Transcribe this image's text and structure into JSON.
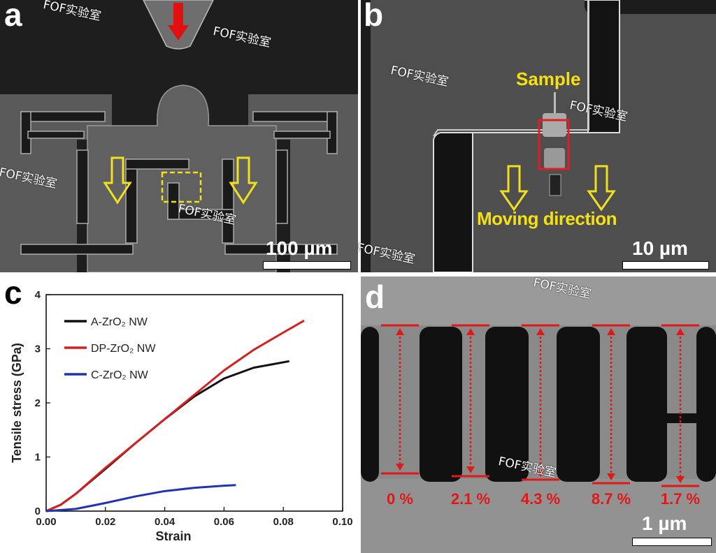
{
  "panels": {
    "a": {
      "letter": "a",
      "scale": "100 µm"
    },
    "b": {
      "letter": "b",
      "scale": "10 µm",
      "sample_label": "Sample",
      "moving_label": "Moving direction"
    },
    "c": {
      "letter": "c"
    },
    "d": {
      "letter": "d",
      "scale": "1 µm",
      "strain_labels": [
        "0 %",
        "2.1 %",
        "4.3 %",
        "8.7 %",
        "1.7 %"
      ]
    }
  },
  "watermark": "FOF实验室",
  "chart_data": {
    "type": "line",
    "xlabel": "Strain",
    "ylabel": "Tensile stress (GPa)",
    "xlim": [
      0,
      0.1
    ],
    "ylim": [
      0,
      4
    ],
    "xticks": [
      "0.00",
      "0.02",
      "0.04",
      "0.06",
      "0.08",
      "0.10"
    ],
    "yticks": [
      "0",
      "1",
      "2",
      "3",
      "4"
    ],
    "grid": false,
    "legend_position": "top-left",
    "series": [
      {
        "name": "A-ZrO₂ NW",
        "color": "#111111",
        "x": [
          0,
          0.005,
          0.01,
          0.02,
          0.03,
          0.04,
          0.05,
          0.06,
          0.07,
          0.082
        ],
        "y": [
          0,
          0.12,
          0.32,
          0.78,
          1.25,
          1.7,
          2.12,
          2.45,
          2.65,
          2.77
        ]
      },
      {
        "name": "DP-ZrO₂ NW",
        "color": "#d42020",
        "x": [
          0,
          0.005,
          0.01,
          0.02,
          0.03,
          0.04,
          0.05,
          0.06,
          0.07,
          0.08,
          0.087
        ],
        "y": [
          0,
          0.12,
          0.32,
          0.8,
          1.25,
          1.7,
          2.15,
          2.6,
          2.98,
          3.3,
          3.52
        ]
      },
      {
        "name": "C-ZrO₂ NW",
        "color": "#1f35b0",
        "x": [
          0,
          0.01,
          0.02,
          0.03,
          0.04,
          0.05,
          0.06,
          0.064
        ],
        "y": [
          0,
          0.04,
          0.15,
          0.27,
          0.37,
          0.43,
          0.47,
          0.48
        ]
      }
    ]
  }
}
